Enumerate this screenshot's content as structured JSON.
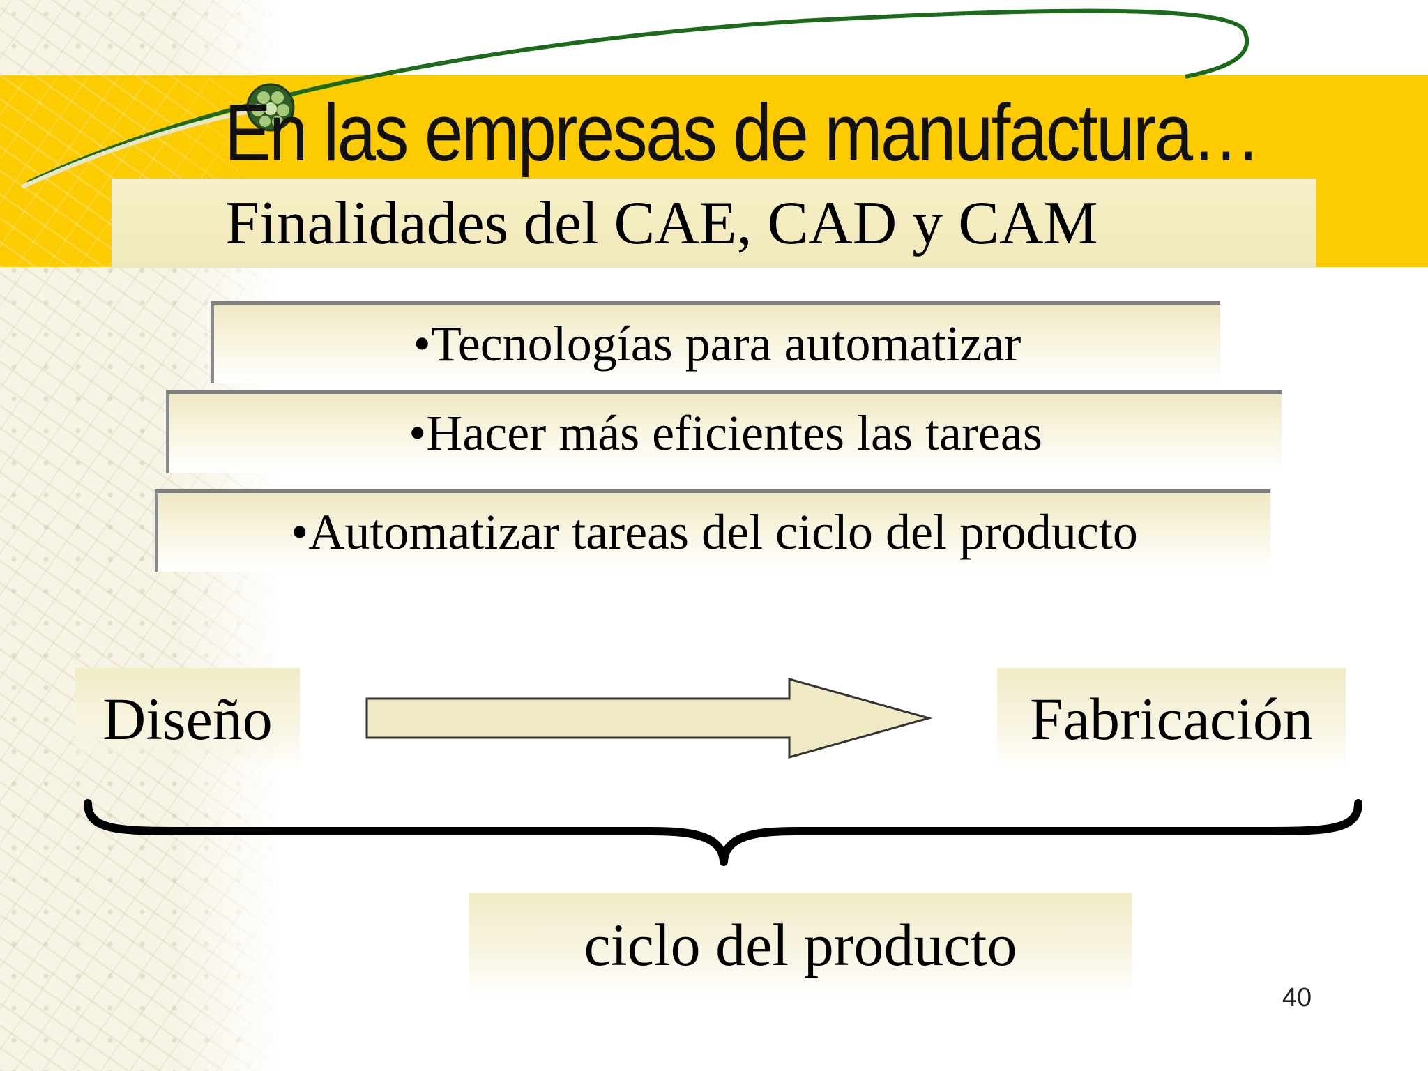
{
  "slide": {
    "title": "En las empresas de manufactura…",
    "subtitle": "Finalidades del CAE, CAD y CAM",
    "bullets": [
      "•Tecnologías para automatizar",
      "•Hacer más eficientes las tareas",
      "•Automatizar tareas del ciclo del producto"
    ],
    "flow": {
      "from": "Diseño",
      "to": "Fabricación",
      "group_label": "ciclo del producto"
    },
    "page_number": "40"
  },
  "colors": {
    "title_band": "#fccb00",
    "box_fill": "#f1ebc7",
    "arrow_fill": "#efeac3",
    "swoosh": "#1b6b1b",
    "text": "#000000"
  },
  "icons": {
    "logo": "green-bead-cluster-icon",
    "flow_arrow": "right-arrow-icon",
    "brace": "curly-brace-icon"
  }
}
